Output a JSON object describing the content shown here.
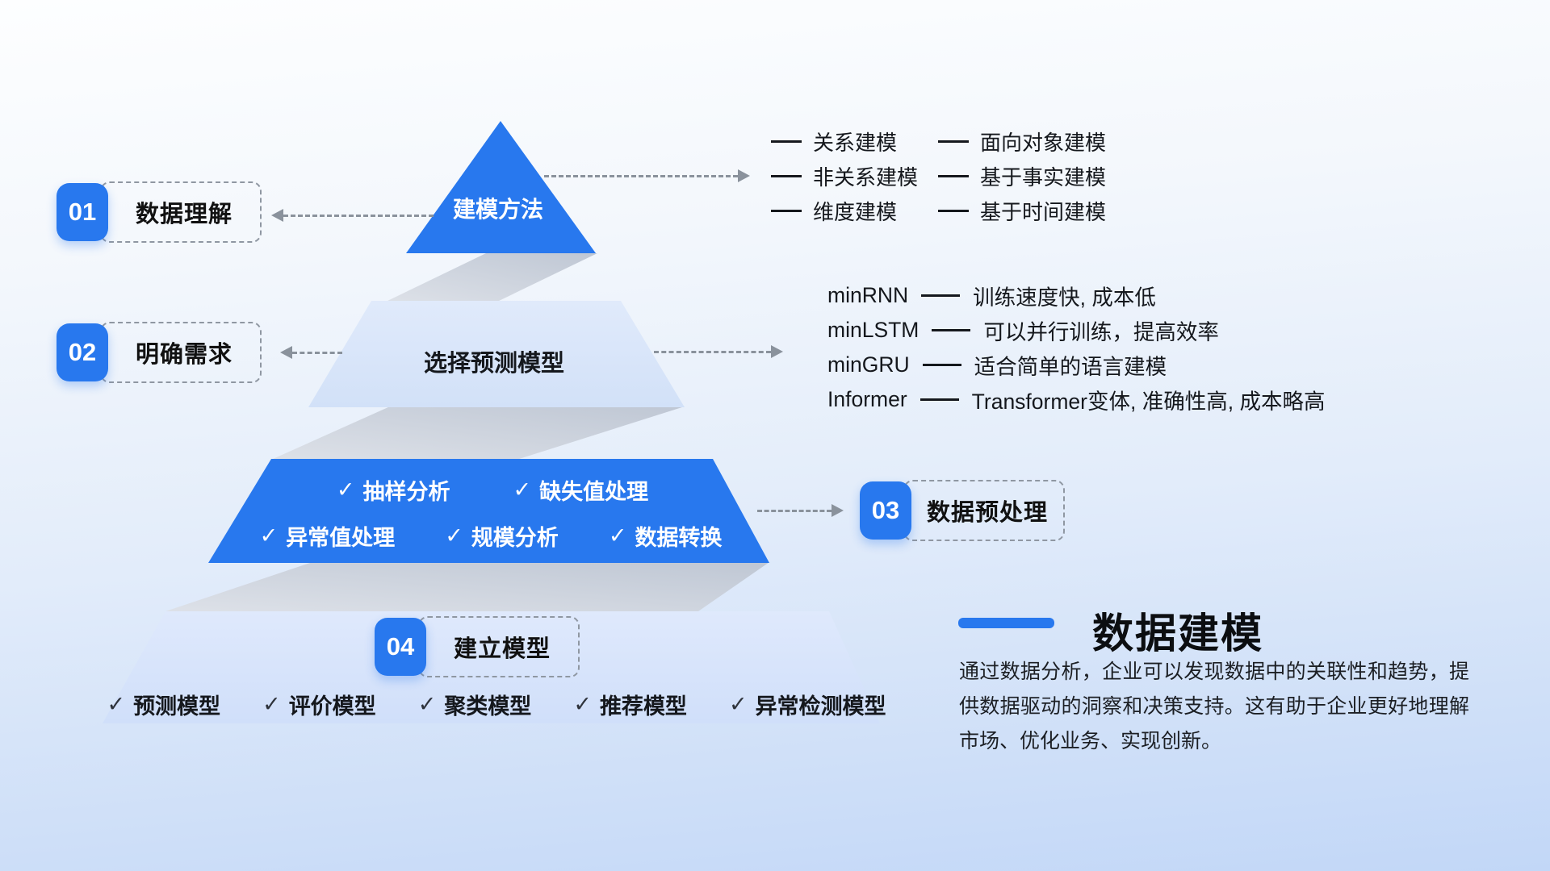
{
  "steps": [
    {
      "num": "01",
      "label": "数据理解"
    },
    {
      "num": "02",
      "label": "明确需求"
    },
    {
      "num": "03",
      "label": "数据预处理"
    },
    {
      "num": "04",
      "label": "建立模型"
    }
  ],
  "pyramid": {
    "check_glyph": "✓",
    "level1_title": "建模方法",
    "level2_title": "选择预测模型",
    "level3_row1": [
      "抽样分析",
      "缺失值处理"
    ],
    "level3_row2": [
      "异常值处理",
      "规模分析",
      "数据转换"
    ],
    "level4_items": [
      "预测模型",
      "评价模型",
      "聚类模型",
      "推荐模型",
      "异常检测模型"
    ]
  },
  "modeling_methods": {
    "col1": [
      "关系建模",
      "非关系建模",
      "维度建模"
    ],
    "col2": [
      "面向对象建模",
      "基于事实建模",
      "基于时间建模"
    ]
  },
  "prediction_models": [
    {
      "name": "minRNN",
      "desc": "训练速度快, 成本低"
    },
    {
      "name": "minLSTM",
      "desc": "可以并行训练，提高效率"
    },
    {
      "name": "minGRU",
      "desc": "适合简单的语言建模"
    },
    {
      "name": "Informer",
      "desc": "Transformer变体, 准确性高, 成本略高"
    }
  ],
  "summary": {
    "title": "数据建模",
    "body": "通过数据分析，企业可以发现数据中的关联性和趋势，提供数据驱动的洞察和决策支持。这有助于企业更好地理解市场、优化业务、实现创新。"
  },
  "colors": {
    "accent": "#2878ee",
    "light_level": "#d9e6fa",
    "shadow": "#c8cfda",
    "arrow": "#8a929c",
    "text": "#111111"
  }
}
